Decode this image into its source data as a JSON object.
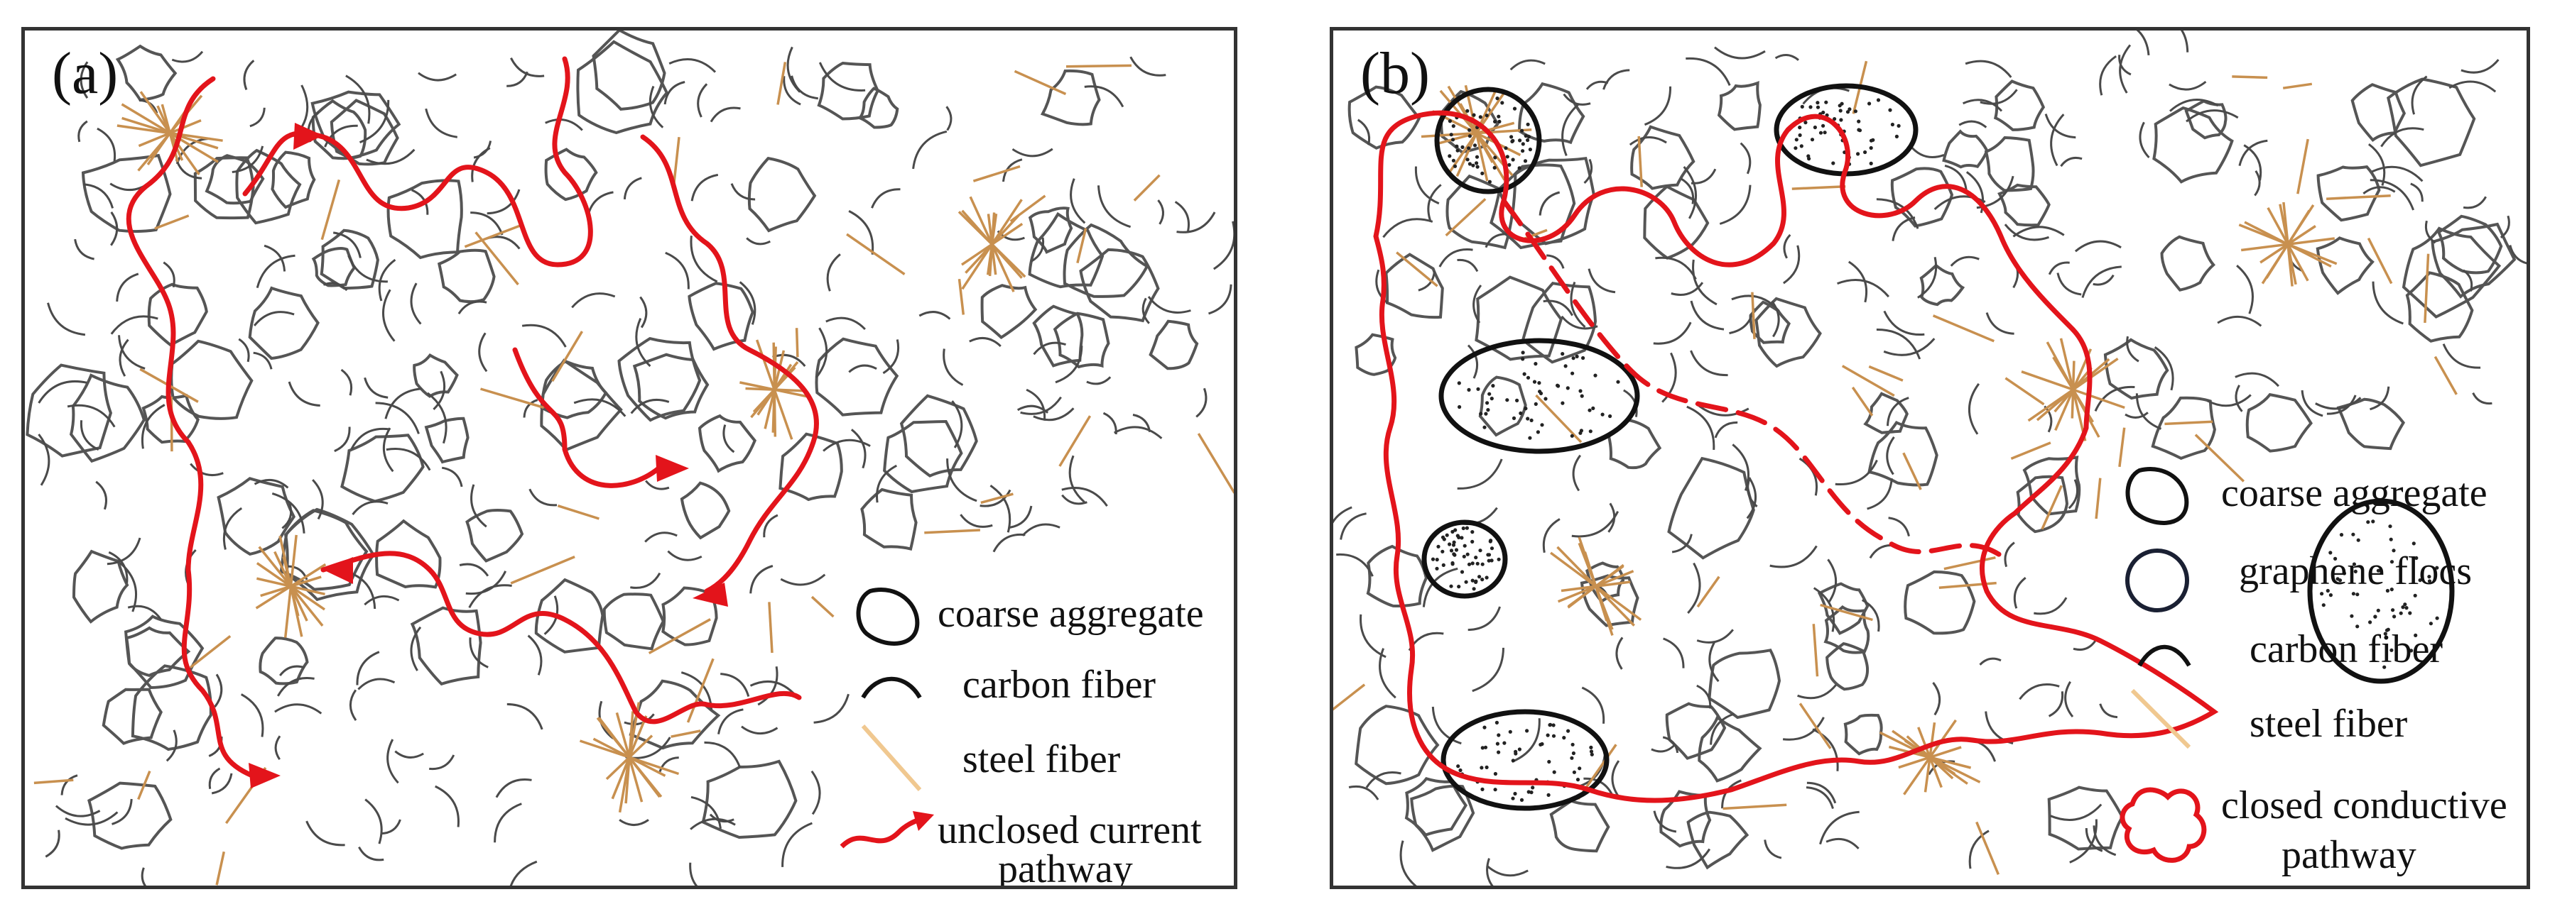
{
  "figure": {
    "panel_a": {
      "label": "(a)",
      "legend": {
        "coarse_aggregate": "coarse aggregate",
        "carbon_fiber": "carbon fiber",
        "steel_fiber": "steel fiber",
        "pathway_line1": "unclosed current",
        "pathway_line2": "pathway"
      }
    },
    "panel_b": {
      "label": "(b)",
      "legend": {
        "coarse_aggregate": "coarse aggregate",
        "graphene_flocs": "graphene flocs",
        "carbon_fiber": "carbon fiber",
        "steel_fiber": "steel fiber",
        "pathway_line1": "closed conductive",
        "pathway_line2": "pathway"
      }
    }
  },
  "colors": {
    "pathway": "#e3141b",
    "aggregate": "#555555",
    "carbon_fiber": "#4a4a4a",
    "steel_fiber": "#c8904f",
    "graphene_outline": "#111111"
  }
}
